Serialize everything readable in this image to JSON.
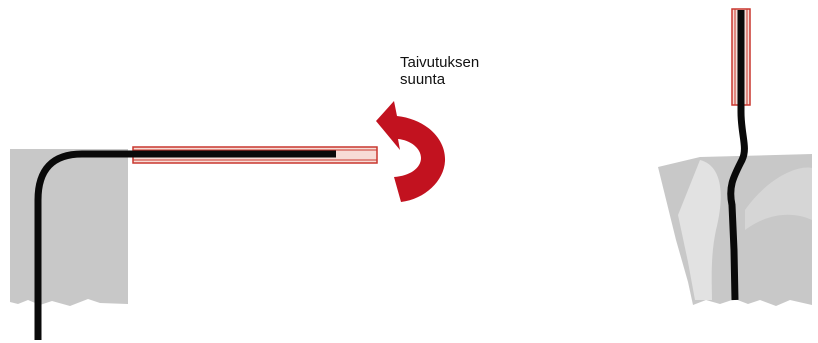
{
  "annotation": {
    "line1": "Taivutuksen",
    "line2": "suunta"
  },
  "colors": {
    "background": "#ffffff",
    "concrete": "#c8c8c8",
    "concrete_light": "#e2e2e2",
    "cable": "#0a0a0a",
    "sleeve_fill": "#f7dcd6",
    "sleeve_border": "#c9372f",
    "arrow": "#c2121f",
    "text": "#111111"
  },
  "icons": {
    "direction_arrow": "curved-rotation-arrow"
  }
}
